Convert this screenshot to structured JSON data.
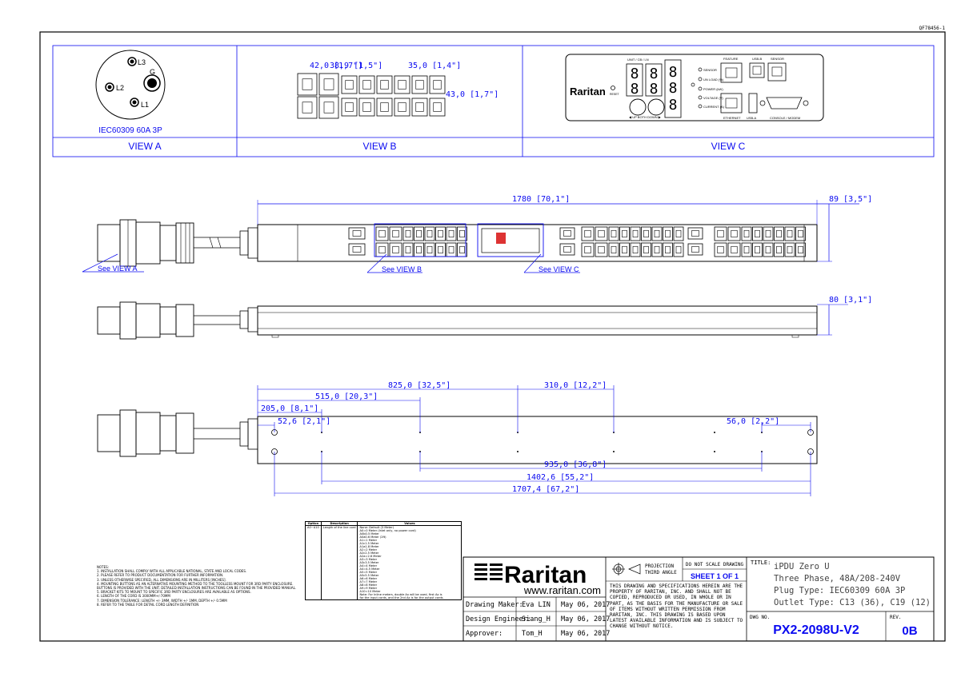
{
  "doc_number": "QF78456-1",
  "view_a": {
    "pins": [
      "L3",
      "L2",
      "L1",
      "G"
    ],
    "plug_label": "IEC60309 60A 3P",
    "title": "VIEW A"
  },
  "view_b": {
    "title": "VIEW B",
    "dims": [
      "42,0 [1,7\"]",
      "38,9 [1,5\"]",
      "35,0 [1,4\"]",
      "43,0 [1,7\"]"
    ]
  },
  "view_c": {
    "title": "VIEW C",
    "brand": "Raritan",
    "labels": {
      "unit": "UNIT / CB / LN",
      "reset": "RESET",
      "feature": "FEATURE",
      "usb_b": "USB-B",
      "sensor": "SENSOR",
      "ethernet": "ETHERNET",
      "usb_a": "USB-A",
      "console": "CONSOLE / MODEM",
      "nav": "◀  UP  BOTH  DOWN  ▶",
      "ind_sensor": "SENSOR",
      "ind_unload": "UN LOAD (%)",
      "ind_power": "POWER (kW)",
      "ind_voltage": "VOLTAGE (V)",
      "ind_current": "CURRENT (A)"
    }
  },
  "front_view": {
    "overall_length": "1780 [70,1\"]",
    "width": "89 [3,5\"]",
    "callouts": [
      "See VIEW A",
      "See VIEW B",
      "See VIEW C"
    ]
  },
  "side_view": {
    "depth": "80 [3,1\"]"
  },
  "back_view": {
    "dims_top": [
      "825,0 [32,5\"]",
      "515,0 [20,3\"]",
      "205,0 [8,1\"]",
      "52,6 [2,1\"]",
      "310,0 [12,2\"]",
      "56,0 [2,2\"]"
    ],
    "dims_bottom": [
      "935,0 [36,8\"]",
      "1402,6 [55,2\"]",
      "1707,4 [67,2\"]"
    ]
  },
  "notes": {
    "heading": "NOTES:",
    "items": [
      "1. INSTALLATION SHALL COMPLY WITH ALL APPLICABLE NATIONAL, STATE AND LOCAL CODES.",
      "2. PLEASE REFER TO PRODUCT DOCUMENTATION FOR FURTHER INFORMATION.",
      "3. UNLESS OTHERWISE SPECIFIED, ALL DIMENSIONS ARE IN MILLITERS [INCHES].",
      "4. MOUNTING BUTTONS AS AN ALTERNATIVE MOUNTING METHOD TO THE TOOLLESS MOUNT FOR 3RD PARTY ENCLOSURE.",
      "   BUTTONS IS PROVIDED WITH THE UNIT. DETAILED INSTALLATION INSTRUCTIONS CAN BE FOUND IN THE PROVIDED MANUAL.",
      "5. BRACKET KITS TO MOUNT TO SPECIFIC 3RD PARTY ENCLOSURES ARE AVAILABLE AS OPTIONS.",
      "6. LENGTH OF THE CORD IS 3000MM+/-70MM",
      "7. DIMENSION TOLERANCE: LENGTH +/- 3MM, WIDTH +/- 1MM, DEPTH +/- 0.5MM",
      "8. REFER TO THE TABLE FOR DETAIL CORD LENGTH DEFINITION"
    ]
  },
  "option_table": {
    "headers": [
      "Option",
      "Description",
      "Values"
    ],
    "option": "A0~A10",
    "description": "Length of the line cord",
    "values": [
      "None: Default (3 Meter)",
      "A0=0 Meter (Inlet only, no power cord)",
      "A0b0.5 Meter",
      "A0a0.6 Meter (2ft)",
      "A1=1 Meter",
      "A1c1.5 Meter",
      "A1a1.8 Meter",
      "A2=2 Meter",
      "A2c2.5 Meter",
      "A2a=2.6 Meter",
      "A3=3 Meter",
      "A3c3.5 Meter",
      "A4=4 Meter",
      "A4=4.5 Meter",
      "A5=5 Meter",
      "A5c5.5 Meter",
      "A6=6 Meter",
      "A7=7 Meter",
      "A8=8 Meter",
      "A9=9 Meter",
      "A10=10 Meter",
      "Note: For Inline meters, double Ax will be used, first Ax is",
      "for the input cords, and the 2nd Ax is for the output cords."
    ]
  },
  "title_block": {
    "brand": "Raritan",
    "website": "www.raritan.com",
    "rows": [
      {
        "role": "Drawing Maker:",
        "name": "Eva LIN",
        "date": "May 06, 2017"
      },
      {
        "role": "Design Engineer:",
        "name": "Siang_H",
        "date": "May 06, 2017"
      },
      {
        "role": "Approver:",
        "name": "Tom_H",
        "date": "May 06, 2017"
      }
    ],
    "projection": "PROJECTION\nTHIRD ANGLE",
    "no_scale": "DO NOT SCALE DRAWING",
    "sheet": "SHEET 1 OF 1",
    "disclaimer": "THIS DRAWING AND SPECIFICATIONS HEREIN ARE THE PROPERTY OF RARITAN, INC. AND SHALL NOT BE COPIED, REPRODUCED OR USED, IN WHOLE OR IN PART, AS THE BASIS FOR THE MANUFACTURE OR SALE OF ITEMS WITHOUT WRITTEN PERMISSION FROM RARITAN, INC. THIS DRAWING IS BASED UPON LATEST AVAILABLE INFORMATION AND IS SUBJECT TO CHANGE WITHOUT NOTICE.",
    "title_label": "TITLE:",
    "title_lines": [
      "iPDU Zero U",
      "Three Phase, 48A/208-240V",
      "Plug Type: IEC60309 60A 3P",
      "Outlet Type: C13 (36), C19 (12)"
    ],
    "dwg_label": "DWG NO.",
    "dwg_no": "PX2-2098U-V2",
    "rev_label": "REV.",
    "rev": "0B"
  }
}
